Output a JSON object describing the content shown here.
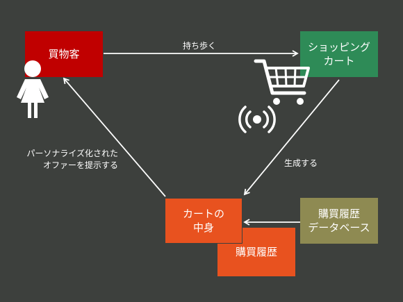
{
  "nodes": {
    "shopper": {
      "label": "買物客",
      "color": "#c00000"
    },
    "cart": {
      "label": "ショッピング\nカート",
      "color": "#2e8b57"
    },
    "cart_contents": {
      "label": "カートの\n中身",
      "color": "#e8521f"
    },
    "purchase_history": {
      "label": "購買履歴",
      "color": "#e8521f"
    },
    "db": {
      "label": "購買履歴\nデータベース",
      "color": "#8e8a52"
    }
  },
  "edges": {
    "carry": "持ち歩く",
    "generate": "生成する",
    "offer": "パーソナライズ化された\nオファーを提示する"
  },
  "icons": [
    "person-icon",
    "shopping-cart-icon",
    "wireless-signal-icon"
  ]
}
